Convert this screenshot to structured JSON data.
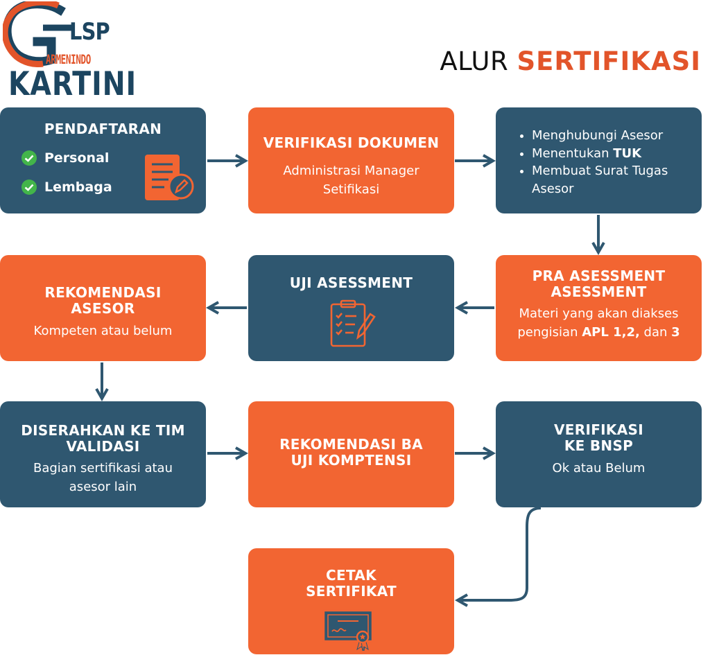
{
  "logo": {
    "lsp": "LSP",
    "armenindo": "ARMENINDO",
    "kartini": "KARTINI"
  },
  "heading": {
    "prefix": "ALUR",
    "accent": "SERTIFIKASI"
  },
  "colors": {
    "navy": "#2f5770",
    "orange": "#f26532",
    "accent": "#e2542a",
    "check": "#43b54a"
  },
  "steps": {
    "pendaftaran": {
      "title": "PENDAFTARAN",
      "items": [
        "Personal",
        "Lembaga"
      ],
      "icon": "document-pencil-icon"
    },
    "verifikasi_dokumen": {
      "title": "VERIFIKASI DOKUMEN",
      "line1": "Administrasi Manager",
      "line2": "Setifikasi"
    },
    "tugas": {
      "items": [
        "Menghubungi Asesor",
        "Menentukan ",
        "Membuat Surat Tugas",
        "Asesor"
      ],
      "bold": "TUK"
    },
    "pra_asessment": {
      "title1": "PRA ASESSMENT",
      "title2": "ASESSMENT",
      "line1": "Materi yang akan diakses",
      "line2a": "pengisian ",
      "line2b": "APL 1,2,",
      "line2c": " dan ",
      "line2d": "3"
    },
    "uji_asessment": {
      "title": "UJI ASESSMENT",
      "icon": "checklist-icon"
    },
    "rekomendasi_asesor": {
      "title1": "REKOMENDASI",
      "title2": "ASESOR",
      "line1": "Kompeten atau belum"
    },
    "diserahkan": {
      "title1": "DISERAHKAN KE TIM",
      "title2": "VALIDASI",
      "line1": "Bagian sertifikasi atau",
      "line2": "asesor lain"
    },
    "rekomendasi_ba": {
      "title1": "REKOMENDASI BA",
      "title2": "UJI KOMPTENSI"
    },
    "verifikasi_bnsp": {
      "title1": "VERIFIKASI",
      "title2": "KE BNSP",
      "line1": "Ok atau Belum"
    },
    "cetak": {
      "title1": "CETAK",
      "title2": "SERTIFIKAT",
      "icon": "certificate-icon"
    }
  }
}
